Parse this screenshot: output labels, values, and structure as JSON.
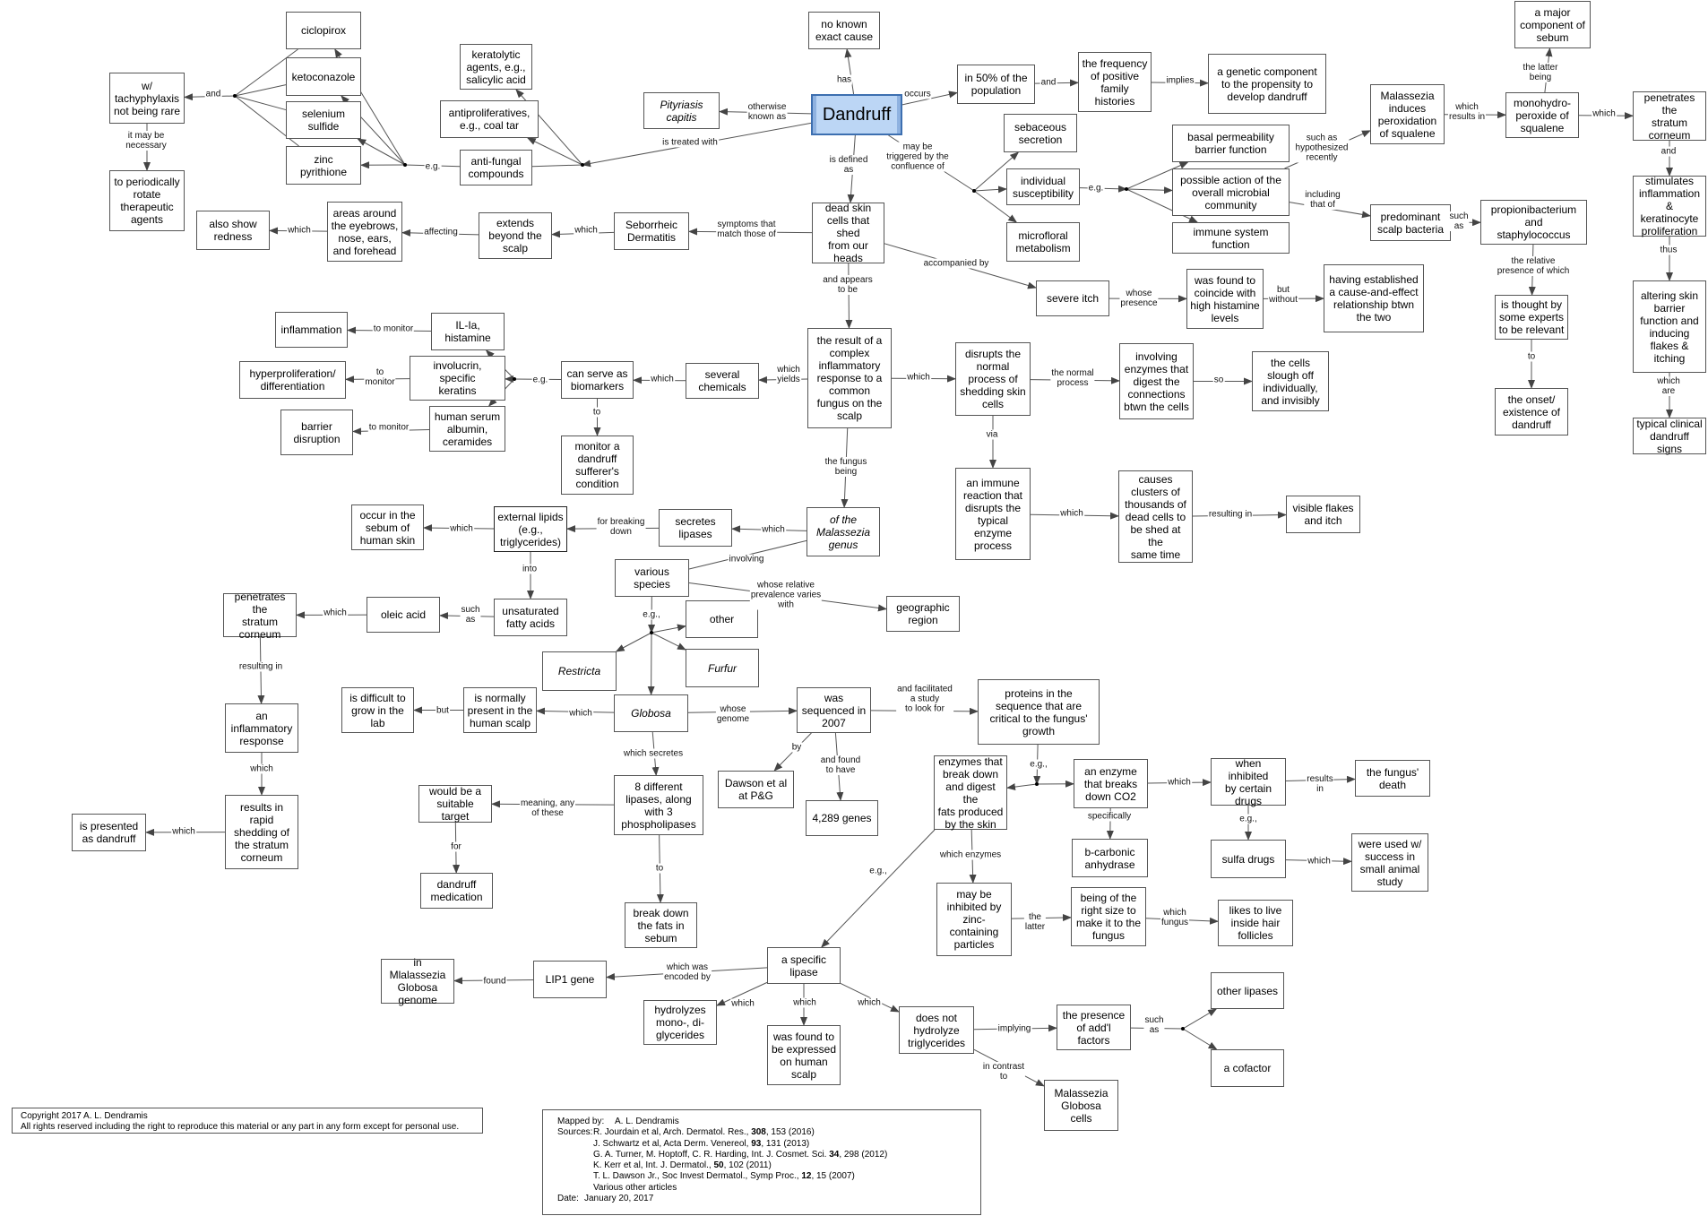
{
  "nodes": {
    "dandruff": "Dandruff",
    "no_known_cause": "no known\nexact cause",
    "pityriasis": "Pityriasis\ncapitis",
    "fifty_percent": "in 50% of the\npopulation",
    "freq_family": "the frequency\nof positive\nfamily\nhistories",
    "genetic": "a genetic component\nto the propensity to\ndevelop dandruff",
    "ciclopirox": "ciclopirox",
    "ketoconazole": "ketoconazole",
    "selenium": "selenium\nsulfide",
    "zinc": "zinc pyrithione",
    "tachyphylaxis": "w/\ntachyphylaxis\nnot being rare",
    "rotate": "to periodically\nrotate\ntherapeutic\nagents",
    "keratolytic": "keratolytic\nagents, e.g.,\nsalicylic acid",
    "antiprolif": "antiproliferatives,\ne.g., coal tar",
    "antifungal": "anti-fungal\ncompounds",
    "sebaceous": "sebaceous\nsecretion",
    "individual": "individual\nsusceptibility",
    "microfloral": "microfloral\nmetabolism",
    "basal_barrier": "basal permeability\nbarrier function",
    "microbial": "possible action of the\noverall microbial\ncommunity",
    "immune_fn": "immune system\nfunction",
    "malassezia_perox": "Malassezia\ninduces\nperoxidation\nof squalene",
    "major_sebum": "a major\ncomponent of\nsebum",
    "monohydro": "monohydro-\nperoxide of\nsqualene",
    "penetrates_r": "penetrates the\nstratum\ncorneum",
    "stimulates": "stimulates\ninflammation\n& keratinocyte\nproliferation",
    "altering": "altering skin\nbarrier\nfunction and\ninducing\nflakes &\nitching",
    "typical_signs": "typical clinical\ndandruff signs",
    "predominant": "predominant\nscalp bacteria",
    "propioni": "propionibacterium\nand\nstaphylococcus",
    "experts": "is thought by\nsome experts\nto be relevant",
    "onset": "the onset/\nexistence of\ndandruff",
    "dead_skin": "dead skin\ncells that shed\nfrom our\nheads",
    "seborrheic": "Seborrheic\nDermatitis",
    "extends": "extends\nbeyond the\nscalp",
    "areas": "areas around\nthe eyebrows,\nnose, ears,\nand forehead",
    "redness": "also show\nredness",
    "severe_itch": "severe itch",
    "histamine": "was found to\ncoincide with\nhigh histamine\nlevels",
    "cause_effect": "having established\na cause-and-effect\nrelationship btwn\nthe two",
    "inflammatory_resp": "the result of a\ncomplex\ninflammatory\nresponse to a\ncommon\nfungus on the\nscalp",
    "several_chem": "several\nchemicals",
    "biomarkers": "can serve as\nbiomarkers",
    "il1a": "IL-Ia,\nhistamine",
    "involucrin": "involucrin,\nspecific\nkeratins",
    "albumin": "human serum\nalbumin,\nceramides",
    "inflammation": "inflammation",
    "hyperprolif": "hyperproliferation/\ndifferentiation",
    "barrier_disr": "barrier\ndisruption",
    "monitor": "monitor a\ndandruff\nsufferer's\ncondition",
    "disrupts": "disrupts the\nnormal\nprocess of\nshedding skin\ncells",
    "enzymes_digest": "involving\nenzymes that\ndigest the\nconnections\nbtwn the cells",
    "slough": "the cells\nslough off\nindividually,\nand invisibly",
    "immune_reaction": "an immune\nreaction that\ndisrupts the\ntypical\nenzyme\nprocess",
    "clusters": "causes\nclusters of\nthousands of\ndead cells to\nbe shed at the\nsame time",
    "visible_flakes": "visible flakes\nand itch",
    "malassezia_genus": "of the\nMalassezia\ngenus",
    "secretes_lip": "secretes\nlipases",
    "ext_lipids": "external lipids\n(e.g.,\ntriglycerides)",
    "sebum_human": "occur in the\nsebum of\nhuman skin",
    "unsat": "unsaturated\nfatty acids",
    "oleic": "oleic acid",
    "penetrates_l": "penetrates the\nstratum\ncorneum",
    "inflam_resp2": "an\ninflammatory\nresponse",
    "rapid_shed": "results in\nrapid\nshedding of\nthe stratum\ncorneum",
    "presented": "is presented\nas dandruff",
    "various_species": "various\nspecies",
    "geographic": "geographic\nregion",
    "other": "other",
    "restricta": "Restricta",
    "furfur": "Furfur",
    "globosa": "Globosa",
    "normally_present": "is normally\npresent in the\nhuman scalp",
    "difficult": "is difficult to\ngrow in the\nlab",
    "sequenced": "was\nsequenced in\n2007",
    "proteins": "proteins in the\nsequence that are\ncritical to the fungus'\ngrowth",
    "dawson": "Dawson et al\nat P&G",
    "genes": "4,289 genes",
    "eight_lipases": "8 different\nlipases, along\nwith 3\nphospholipases",
    "target": "would be a\nsuitable target",
    "medication": "dandruff\nmedication",
    "break_fats": "break down\nthe fats in\nsebum",
    "enzymes_fats": "enzymes that\nbreak down\nand digest the\nfats produced\nby the skin",
    "co2": "an enzyme\nthat breaks\ndown CO2",
    "carbonic": "b-carbonic\nanhydrase",
    "inhibited": "when inhibited\nby certain\ndrugs",
    "death": "the fungus'\ndeath",
    "sulfa": "sulfa drugs",
    "success": "were used w/\nsuccess in\nsmall animal\nstudy",
    "zinc_inhib": "may be\ninhibited by\nzinc-\ncontaining\nparticles",
    "right_size": "being of the\nright size to\nmake it to the\nfungus",
    "hair": "likes to live\ninside hair\nfollicles",
    "specific_lipase": "a specific\nlipase",
    "lip1": "LIP1 gene",
    "in_globosa": "in Mlalassezia\nGlobosa\ngenome",
    "hydrolyzes": "hydrolyzes\nmono-, di-\nglycerides",
    "expressed": "was found to\nbe expressed\non human\nscalp",
    "not_hydrolyze": "does not\nhydrolyze\ntriglycerides",
    "presence": "the presence\nof add'l\nfactors",
    "other_lipases": "other lipases",
    "cofactor": "a cofactor",
    "globosa_cells": "Malassezia\nGlobosa\ncells"
  },
  "labels": {
    "has": "has",
    "otherwise": "otherwise\nknown as",
    "occurs": "occurs",
    "and_fam": "and",
    "implies": "implies",
    "treated": "is treated with",
    "eg_treat": "e.g.",
    "and_tachy": "and",
    "necessary": "it may be\nnecessary",
    "triggered": "may be\ntriggered by the\nconfluence of",
    "eg_ind": "e.g.",
    "hypothesized": "such as\nhypothesized\nrecently",
    "including": "including\nthat of",
    "results_in_m": "which\nresults in",
    "latter_being": "the latter\nbeing",
    "which_mono": "which",
    "and_pen": "and",
    "thus": "thus",
    "which_are": "which are",
    "such_as_prop": "such\nas",
    "relative_presence": "the relative\npresence of which",
    "to_onset": "to",
    "defined": "is defined\nas",
    "symptoms": "symptoms that\nmatch those of",
    "which_ext": "which",
    "affecting": "affecting",
    "which_red": "which",
    "accompanied": "accompanied by",
    "whose_presence": "whose\npresence",
    "but_without": "but\nwithout",
    "appears": "and appears\nto be",
    "which_yields": "which\nyields",
    "which_bio": "which",
    "eg_bio": "e.g.",
    "mon1": "to monitor",
    "mon2": "to\nmonitor",
    "mon3": "to monitor",
    "to_monitor": "to",
    "which_disr": "which",
    "normal_process": "the normal\nprocess",
    "so": "so",
    "via": "via",
    "which_clusters": "which",
    "resulting_in_vis": "resulting in",
    "fungus_being": "the fungus\nbeing",
    "which_sec": "which",
    "breaking_down": "for breaking\ndown",
    "which_sebum": "which",
    "into": "into",
    "such_as_oleic": "such\nas",
    "which_pen": "which",
    "resulting_in_inf": "resulting in",
    "which_rapid": "which",
    "which_pres": "which",
    "involving": "involving",
    "prevalence": "whose relative\nprevalence varies\nwith",
    "eg_species": "e.g.,",
    "which_norm": "which",
    "but_diff": "but",
    "whose_genome": "whose\ngenome",
    "facilitated": "and facilitated\na study\nto look for",
    "by": "by",
    "found_to_have": "and found\nto have",
    "which_secretes": "which secretes",
    "meaning": "meaning, any\nof these",
    "for_med": "for",
    "to_break": "to",
    "eg_prot": "e.g.,",
    "which_inhib": "which",
    "results_in_death": "results\nin",
    "specifically": "specifically",
    "eg_sulfa": "e.g.,",
    "which_success": "which",
    "which_enzymes": "which enzymes",
    "the_latter": "the\nlatter",
    "which_fungus": "which\nfungus",
    "eg_specific": "e.g.,",
    "encoded": "which was\nencoded by",
    "found": "found",
    "which_hyd": "which",
    "which_exp": "which",
    "which_nothyd": "which",
    "implying": "implying",
    "such_as_lip": "such\nas",
    "in_contrast": "in contrast\nto"
  },
  "footer": {
    "copyright": "Copyright 2017  A. L. Dendramis\nAll rights reserved including the right to reproduce this material or any part in any form except for personal use.",
    "mapped_by_key": "Mapped by:",
    "mapped_by": "A. L. Dendramis",
    "sources_key": "Sources:",
    "sources": [
      {
        "pre": "R. Jourdain et al, Arch. Dermatol. Res., ",
        "bold": "308",
        "post": ", 153 (2016)"
      },
      {
        "pre": "J. Schwartz et al, Acta Derm. Venereol, ",
        "bold": "93",
        "post": ", 131 (2013)"
      },
      {
        "pre": "G. A. Turner, M. Hoptoff, C. R. Harding, Int. J. Cosmet. Sci. ",
        "bold": "34",
        "post": ", 298 (2012)"
      },
      {
        "pre": "K. Kerr et al, Int. J. Dermatol., ",
        "bold": "50",
        "post": ", 102 (2011)"
      },
      {
        "pre": "T. L. Dawson Jr., Soc Invest Dermatol., Symp Proc., ",
        "bold": "12",
        "post": ", 15 (2007)"
      },
      {
        "pre": "Various other articles",
        "bold": "",
        "post": ""
      }
    ],
    "date_key": "Date:",
    "date": "January 20, 2017"
  }
}
